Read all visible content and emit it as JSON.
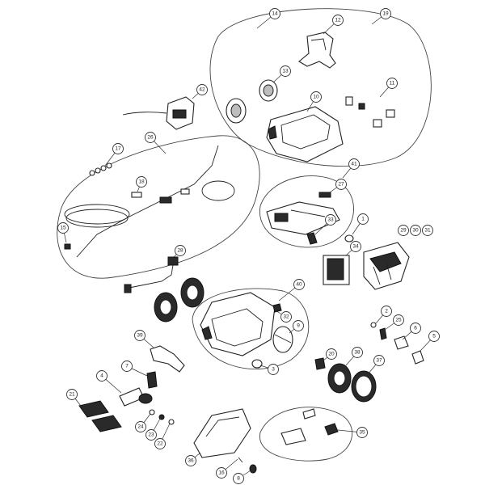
{
  "colors": {
    "line": "#222222",
    "outline": "#444444",
    "fill_dark": "#2a2a2a",
    "fill_mid": "#bdbdbd",
    "background": "#ffffff"
  },
  "callouts": {
    "c1": "1",
    "c2": "2",
    "c3": "3",
    "c4": "4",
    "c5": "5",
    "c6": "6",
    "c7": "7",
    "c8": "8",
    "c9": "9",
    "c10": "10",
    "c11": "11",
    "c12": "12",
    "c13": "13",
    "c14": "14",
    "c15": "15",
    "c16": "16",
    "c17": "17",
    "c18": "18",
    "c19": "19",
    "c20": "20",
    "c21": "21",
    "c22": "22",
    "c23": "23",
    "c24": "24",
    "c25": "25",
    "c26": "26",
    "c27": "27",
    "c28": "28",
    "c29": "29",
    "c30": "30",
    "c31": "31",
    "c32": "32",
    "c33": "33",
    "c34": "34",
    "c35": "35",
    "c36": "36",
    "c37": "37",
    "c38": "38",
    "c39": "39",
    "c40": "40",
    "c41": "41",
    "c42": "42"
  }
}
